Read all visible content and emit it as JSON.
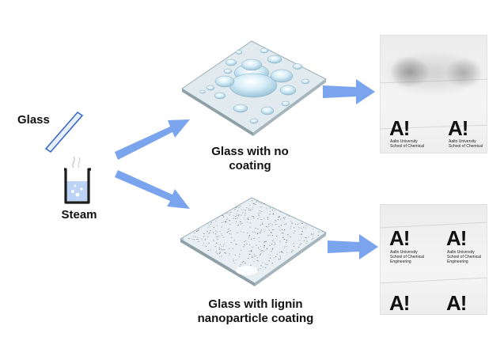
{
  "labels": {
    "glass": "Glass",
    "steam": "Steam",
    "no_coating": [
      "Glass with no",
      "coating"
    ],
    "lignin_coating": [
      "Glass with lignin",
      "nanoparticle coating"
    ]
  },
  "photos": {
    "logo_text": "A!",
    "caption_lines": [
      "Aalto University",
      "School of Chemical",
      "Engineering"
    ]
  },
  "colors": {
    "arrow": "#7aa4ee",
    "glass_outline": "#3a66c6",
    "beaker": "#1c1c1c",
    "water": "#bcd3f5"
  },
  "icons": [
    "glass-slide-icon",
    "beaker-icon",
    "steam-icon"
  ]
}
